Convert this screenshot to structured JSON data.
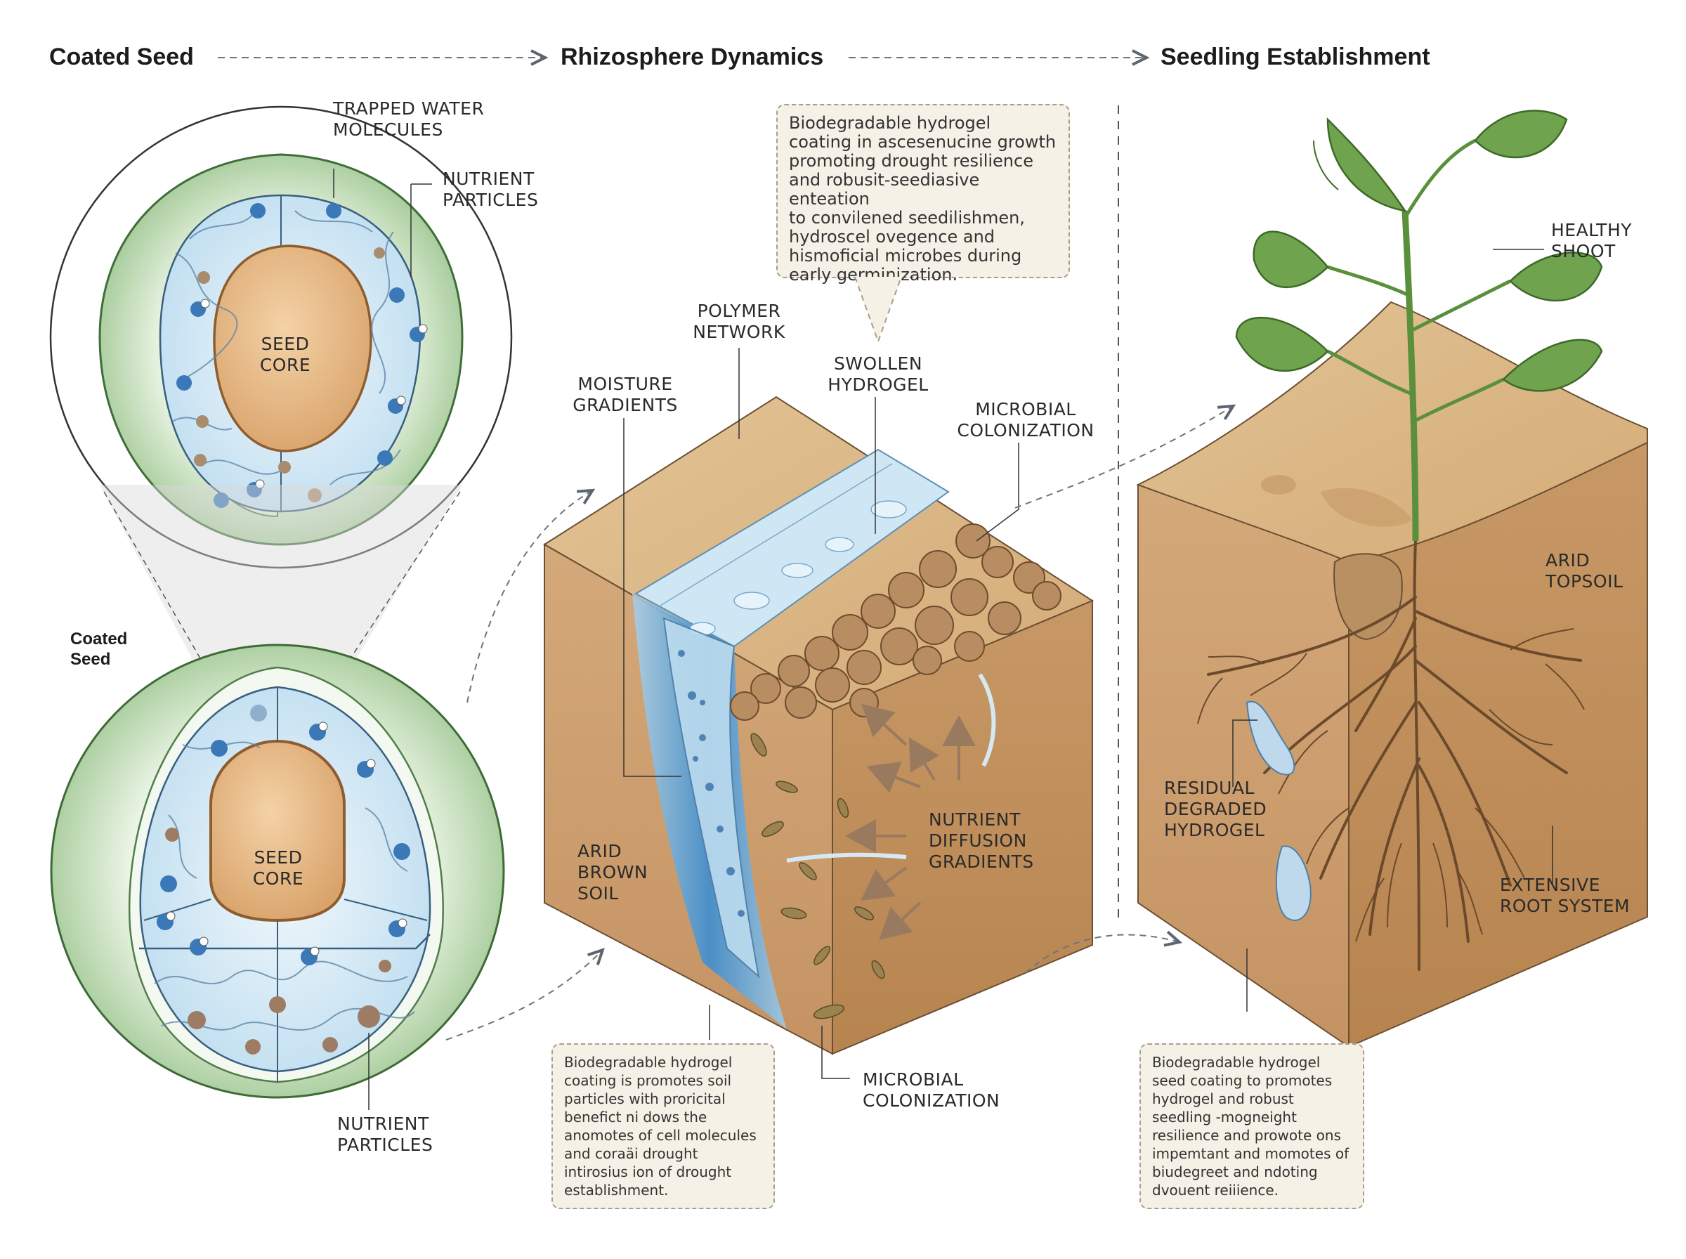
{
  "stages": {
    "coated_seed": "Coated Seed",
    "rhizosphere": "Rhizosphere Dynamics",
    "seedling": "Seedling Establishment"
  },
  "seed_panel": {
    "trapped_water": "TRAPPED WATER\nMOLECULES",
    "nutrient_particles_top": "NUTRIENT\nPARTICLES",
    "seed_core_top": "SEED\nCORE",
    "coated_seed_label": "Coated\nSeed",
    "seed_core_bottom": "SEED\nCORE",
    "nutrient_particles_bottom": "NUTRIENT\nPARTICLES"
  },
  "rhizosphere_panel": {
    "callout": "Biodegradable hydrogel\ncoating in ascesenucine growth\npromoting drought resilience\nand robusit-seediasive enteation\nto convilened seedilishmen,\nhydroscel ovegence and\nhismoficial microbes during\nearly germinization.",
    "polymer_network": "POLYMER\nNETWORK",
    "moisture_gradients": "MOISTURE\nGRADIENTS",
    "swollen_hydrogel": "SWOLLEN\nHYDROGEL",
    "microbial_colonization_top": "MICROBIAL\nCOLONIZATION",
    "arid_brown_soil": "ARID\nBROWN\nSOIL",
    "nutrient_diffusion": "NUTRIENT\nDIFFUSION\nGRADIENTS",
    "microbial_colonization_bottom": "MICROBIAL\nCOLONIZATION",
    "bottom_callout": "Biodegradable hydrogel\ncoating is promotes soil\nparticles with proricital\nbenefict ni dows the\nanomotes of cell molecules\nand coraäi drought\nintirosius ion of drought\nestablishment."
  },
  "seedling_panel": {
    "healthy_shoot": "HEALTHY\nSHOOT",
    "arid_topsoil": "ARID\nTOPSOIL",
    "residual_hydrogel": "RESIDUAL\nDEGRADED\nHYDROGEL",
    "root_system": "EXTENSIVE\nROOT SYSTEM",
    "callout": "Biodegradable hydrogel\nseed coating to promotes\nhydrogel  and robust\nseedling -mogneight\nresilience and prowote ons\nimpemtant and momotes of\nbiudegreet and ndoting\ndvouent reiiience."
  },
  "colors": {
    "coat_green": "#9cc58f",
    "hydrogel_blue": "#cfe6f3",
    "seed_core": "#e3b889",
    "soil_tan": "#d2a877",
    "water_blue": "#3d8ed0",
    "leaf_green": "#6fa34e"
  }
}
